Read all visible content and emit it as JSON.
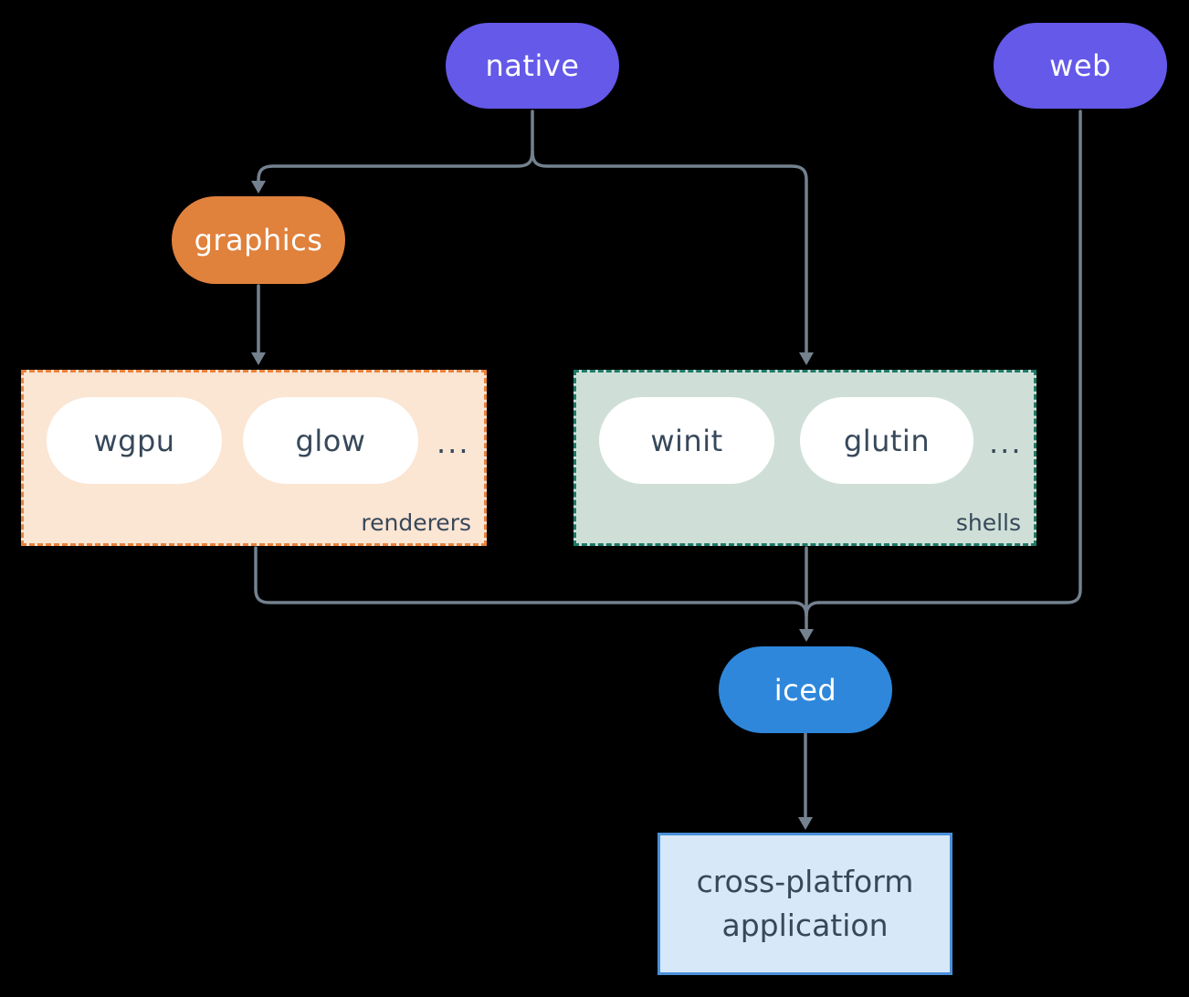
{
  "colors": {
    "background": "#000000",
    "edge": "#74818f",
    "node_purple": "#6459e9",
    "node_orange": "#e0813c",
    "node_blue": "#2e87db",
    "inner_pill": "#ffffff",
    "dark_text": "#37485a",
    "renderers_fill": "#fbe5d3",
    "renderers_border": "#e8833d",
    "shells_fill": "#cfdfd7",
    "shells_border": "#1e7a68",
    "app_fill": "#d7e8f8",
    "app_border": "#4a90d8"
  },
  "nodes": {
    "native": {
      "label": "native"
    },
    "web": {
      "label": "web"
    },
    "graphics": {
      "label": "graphics"
    },
    "iced": {
      "label": "iced"
    }
  },
  "groups": {
    "renderers": {
      "label": "renderers",
      "items": [
        "wgpu",
        "glow"
      ],
      "more": "..."
    },
    "shells": {
      "label": "shells",
      "items": [
        "winit",
        "glutin"
      ],
      "more": "..."
    }
  },
  "application": {
    "line1": "cross-platform",
    "line2": "application"
  },
  "edges": [
    {
      "from": "native",
      "to": "graphics"
    },
    {
      "from": "native",
      "to": "shells"
    },
    {
      "from": "graphics",
      "to": "renderers"
    },
    {
      "from": "renderers",
      "to": "iced"
    },
    {
      "from": "shells",
      "to": "iced"
    },
    {
      "from": "web",
      "to": "iced"
    },
    {
      "from": "iced",
      "to": "cross-platform application"
    }
  ]
}
